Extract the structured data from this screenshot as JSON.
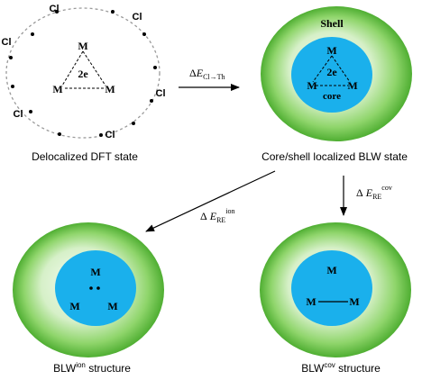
{
  "diagram": {
    "left_state": {
      "atom_cl": "Cl",
      "atom_m": "M",
      "electrons": "2e",
      "caption": "Delocalized DFT state"
    },
    "arrow_top": {
      "delta": "Δ",
      "energy_symbol": "E",
      "subscript": "Cl→Th"
    },
    "right_state": {
      "shell_label": "Shell",
      "atom_m": "M",
      "electrons": "2e",
      "core_label": "core",
      "caption": "Core/shell localized BLW state"
    },
    "arrow_ion": {
      "delta": "Δ",
      "energy_symbol": "E",
      "subscript": "RE",
      "superscript": "ion"
    },
    "arrow_cov": {
      "delta": "Δ",
      "energy_symbol": "E",
      "subscript": "RE",
      "superscript": "cov"
    },
    "bottom_left": {
      "atom_m": "M",
      "caption_main": "BLW",
      "caption_sup": "ion",
      "caption_tail": " structure"
    },
    "bottom_right": {
      "atom_m": "M",
      "caption_main": "BLW",
      "caption_sup": "cov",
      "caption_tail": " structure"
    },
    "colors": {
      "shell_green": "#5fbf3f",
      "shell_highlight": "#ecf9e6",
      "core_blue": "#1ab0ec",
      "dashed_circle": "#9a9a9a",
      "ink": "#000000"
    }
  }
}
